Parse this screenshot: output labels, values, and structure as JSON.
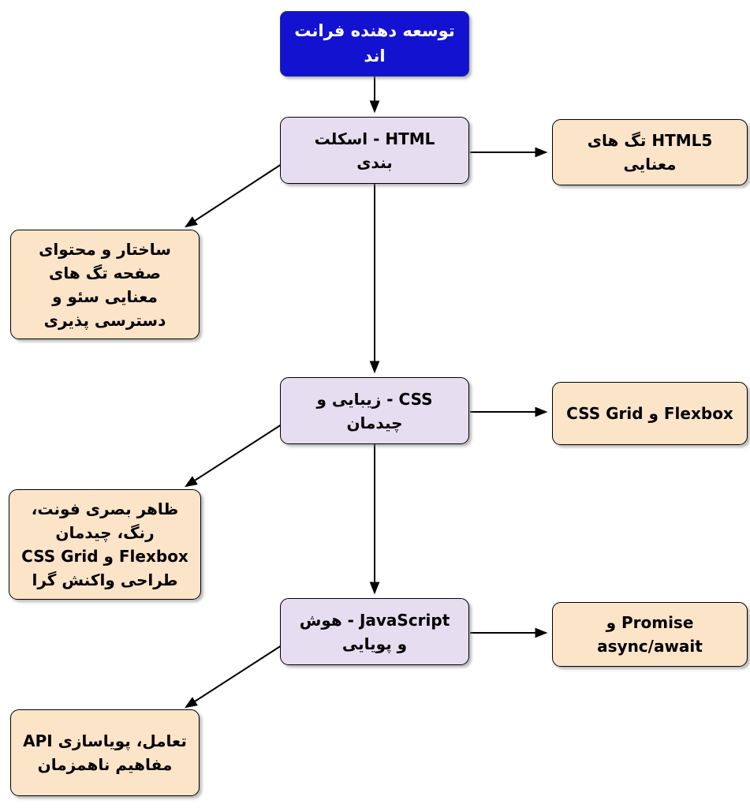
{
  "diagram": {
    "nodes": {
      "root": {
        "label": "توسعه دهنده فرانت\nاند"
      },
      "html": {
        "label": "HTML - اسکلت\nبندی"
      },
      "html5_tags": {
        "label": "HTML5 تگ های\nمعنایی"
      },
      "structure_seo": {
        "label": "ساختار و محتوای\nصفحه تگ های\nمعنایی سئو و\nدسترسی پذیری"
      },
      "css": {
        "label": "CSS - زیبایی و\nچیدمان"
      },
      "flexbox_grid": {
        "label": "Flexbox و CSS Grid"
      },
      "appearance": {
        "label": "ظاهر بصری فونت،\nرنگ، چیدمان\nFlexbox و CSS Grid\nطراحی واکنش گرا"
      },
      "javascript": {
        "label": "JavaScript - هوش\nو پویایی"
      },
      "promise_async": {
        "label": "Promise و\nasync/await"
      },
      "interaction_api": {
        "label": "تعامل، پویاسازی API\nمفاهیم ناهمزمان"
      }
    },
    "colors": {
      "root_bg": "#1412d1",
      "root_text": "#ffffff",
      "stage_bg": "#e6ddf0",
      "detail_bg": "#fce4c9",
      "border_color": "#000000",
      "arrow_color": "#000000"
    }
  }
}
